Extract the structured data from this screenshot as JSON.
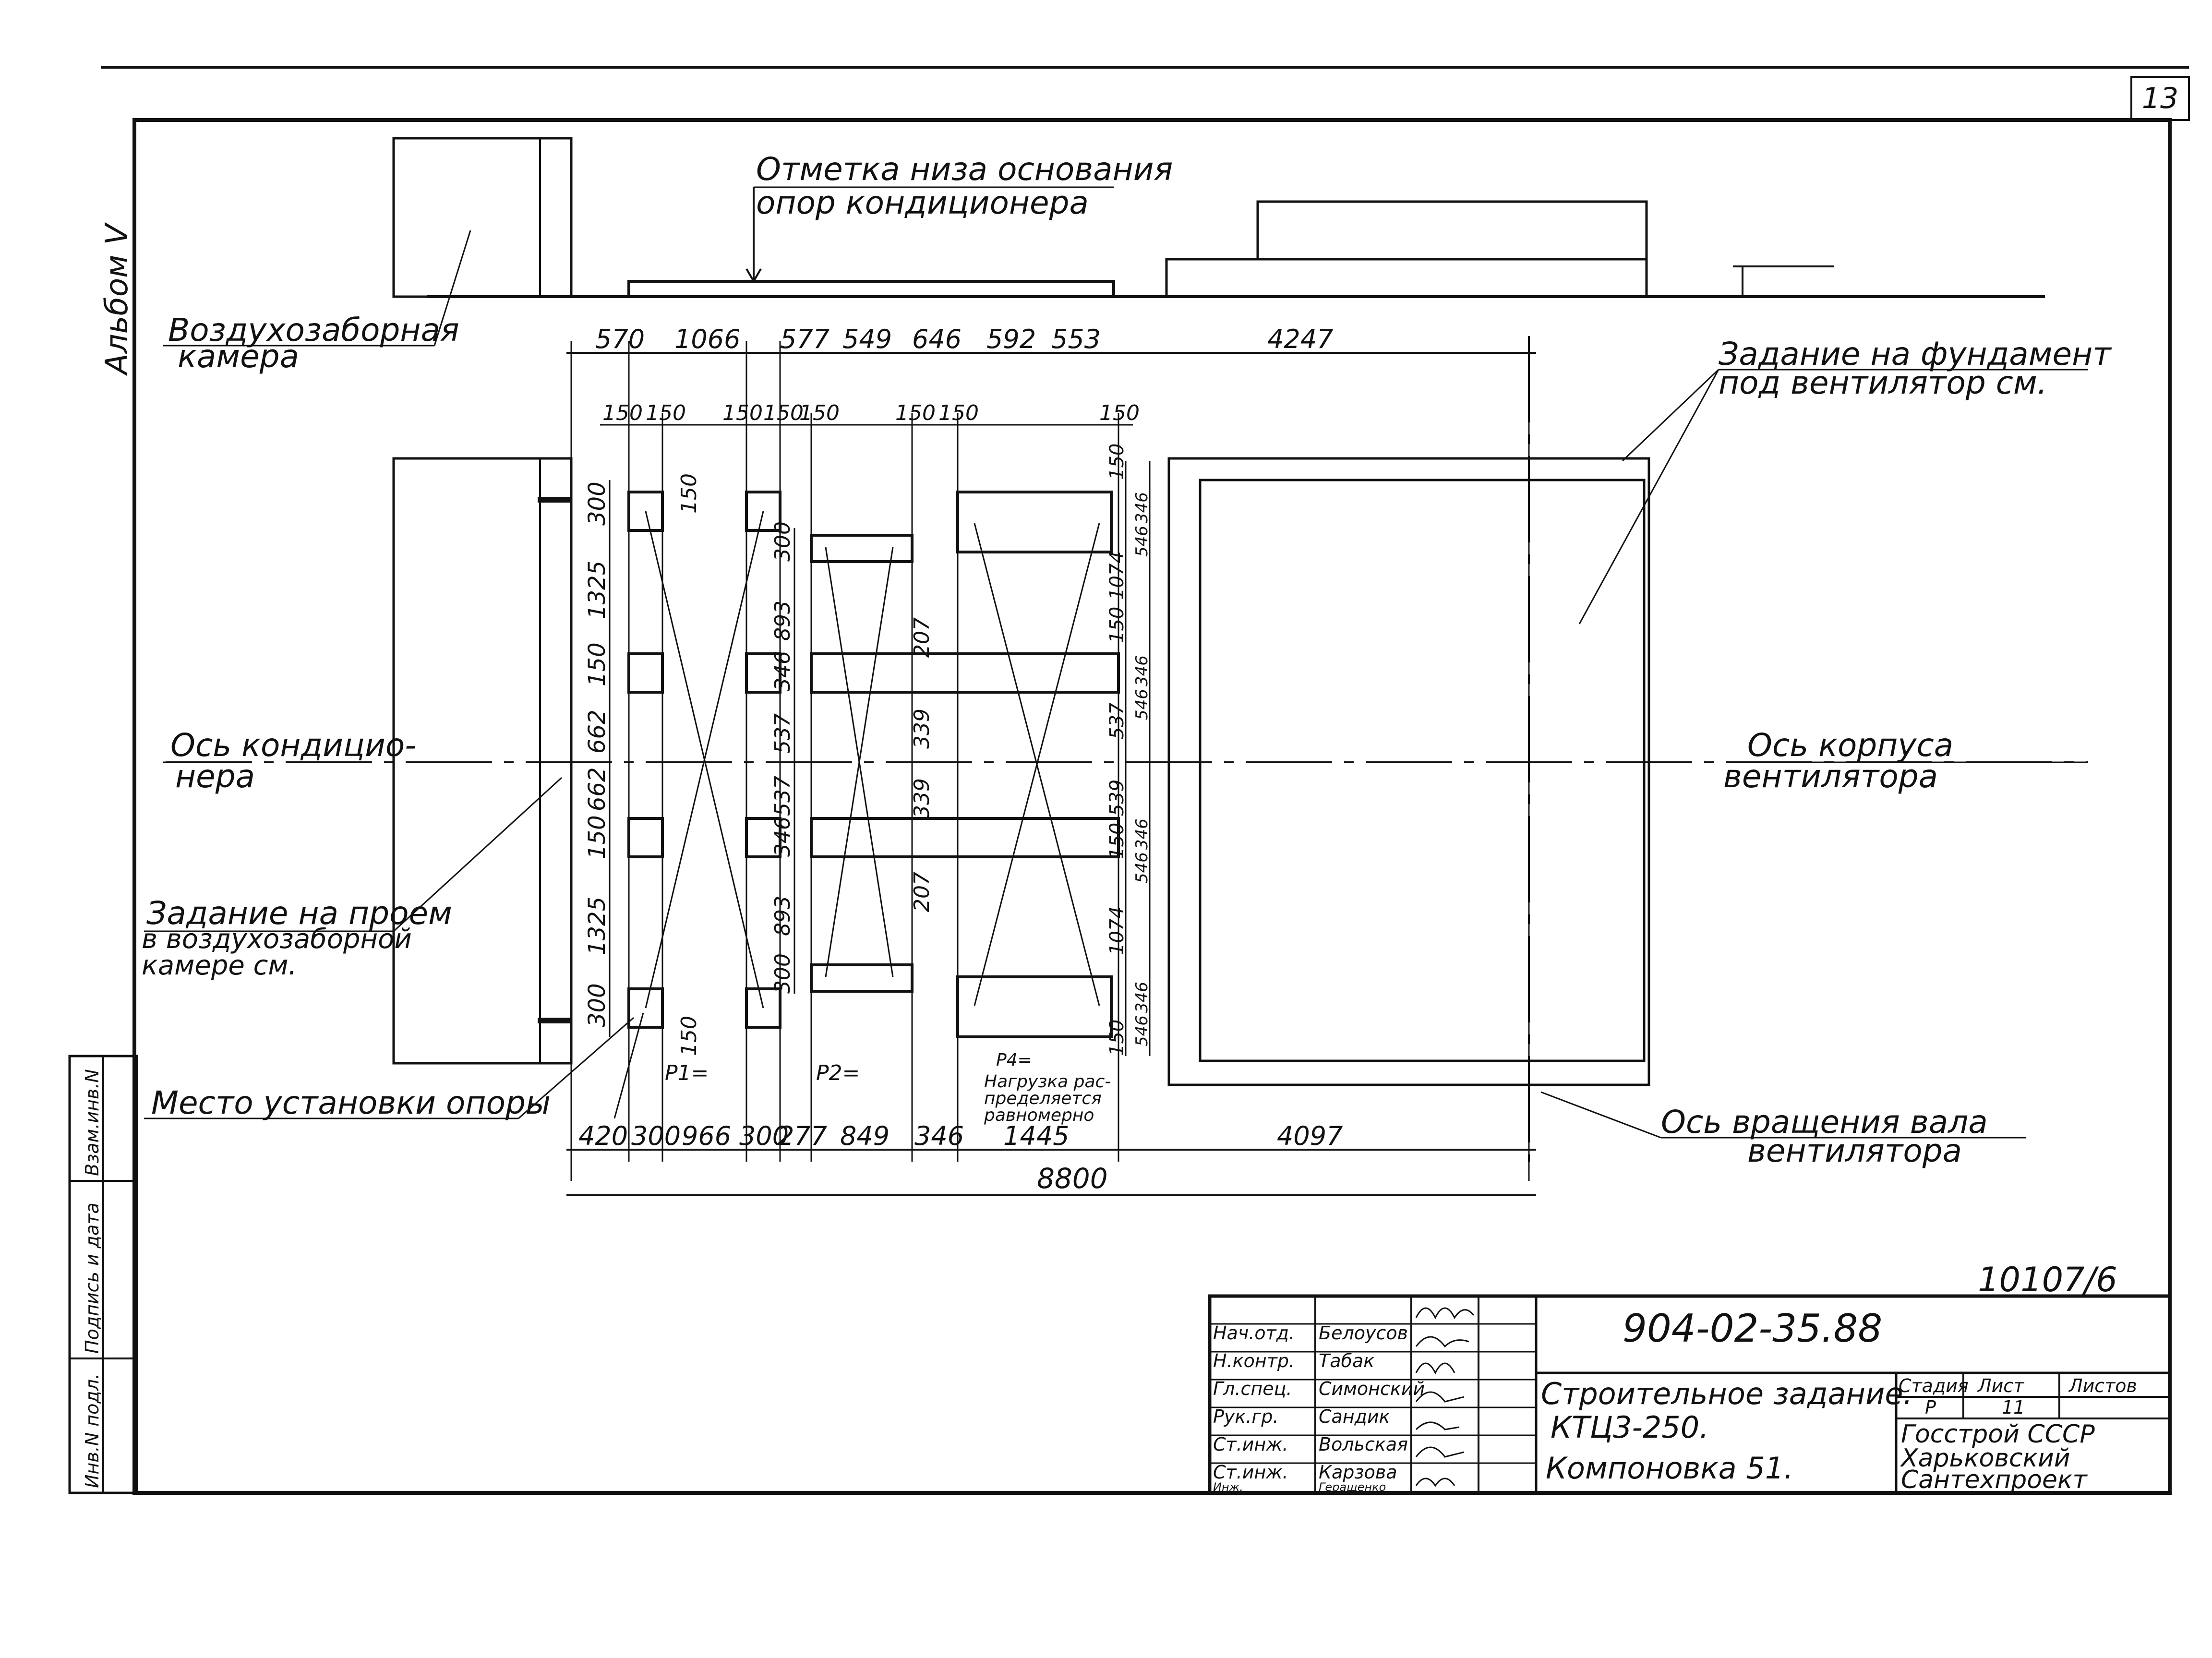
{
  "sheet_number": "13",
  "album": "Альбом V",
  "labels": {
    "mark_title_line1": "Отметка низа основания",
    "mark_title_line2": "опор кондиционера",
    "intake_line1": "Воздухозаборная",
    "intake_line2": "камера",
    "fan_task_line1": "Задание на фундамент",
    "fan_task_line2": "под вентилятор см.",
    "cond_axis_line1": "Ось кондицио-",
    "cond_axis_line2": "нера",
    "fan_axis_line1": "Ось корпуса",
    "fan_axis_line2": "вентилятора",
    "opening_line1": "Задание на проем",
    "opening_line2": "в воздухозаборной",
    "opening_line3": "камере см.",
    "support_place": "Место установки опоры",
    "shaft_axis_line1": "Ось вращения вала",
    "shaft_axis_line2": "вентилятора",
    "p1": "P1=",
    "p2": "P2=",
    "p4": "P4=",
    "load_line1": "Нагрузка рас-",
    "load_line2": "пределяется",
    "load_line3": "равномерно"
  },
  "dims": {
    "top": [
      "570",
      "1066",
      "577",
      "549",
      "646",
      "592",
      "553",
      "4247"
    ],
    "top_sub": [
      "150",
      "150",
      "150",
      "150",
      "150",
      "150",
      "150",
      "150"
    ],
    "bottom": [
      "420",
      "300",
      "966",
      "300",
      "277",
      "849",
      "346",
      "1445",
      "4097"
    ],
    "total": "8800",
    "left_v": [
      "300",
      "1325",
      "150",
      "662",
      "662",
      "150",
      "1325",
      "300"
    ],
    "mid_v": [
      "300",
      "893",
      "346",
      "537",
      "537",
      "346",
      "893",
      "300"
    ],
    "mid2_v": [
      "150",
      "207",
      "339",
      "339",
      "207",
      "150"
    ],
    "right_v1": [
      "150",
      "1074",
      "150",
      "537",
      "539",
      "150",
      "1074",
      "150"
    ],
    "right_v2": [
      "346",
      "546",
      "346",
      "546",
      "346",
      "546",
      "346",
      "546"
    ]
  },
  "title_block": {
    "archive_no": "10107/6",
    "doc_code": "904-02-35.88",
    "title_line1": "Строительное задание.",
    "title_line2": "КТЦ3-250.",
    "title_line3": "Компоновка 51.",
    "stage_label": "Стадия",
    "sheet_label": "Лист",
    "sheets_label": "Листов",
    "stage": "Р",
    "sheet": "11",
    "org_line1": "Госстрой СССР",
    "org_line2": "Харьковский",
    "org_line3": "Сантехпроект",
    "staff": [
      {
        "role": "Нач.отд.",
        "name": "Белоусов"
      },
      {
        "role": "Н.контр.",
        "name": "Табак"
      },
      {
        "role": "Гл.спец.",
        "name": "Симонский"
      },
      {
        "role": "Рук.гр.",
        "name": "Сандик"
      },
      {
        "role": "Ст.инж.",
        "name": "Вольская"
      },
      {
        "role": "Ст.инж.",
        "name": "Карзова"
      },
      {
        "role": "Инж.",
        "name": "Геращенко"
      }
    ],
    "side_stamps": [
      "Инв.N подл.",
      "Подпись и дата",
      "Взам.инв.N"
    ]
  }
}
